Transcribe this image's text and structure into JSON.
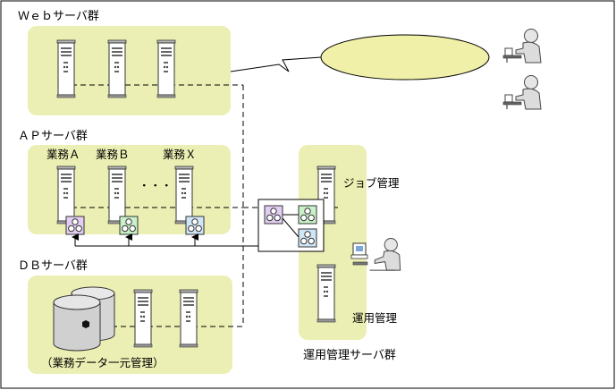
{
  "groups": {
    "web": "Ｗｅｂサーバ群",
    "ap": "ＡＰサーバ群",
    "db": "ＤＢサーバ群",
    "ops": "運用管理サーバ群"
  },
  "ap_jobs": [
    "業務Ａ",
    "業務Ｂ",
    "・・・",
    "業務Ｘ"
  ],
  "ops_labels": {
    "job_management": "ジョブ管理",
    "operations_management": "運用管理"
  },
  "db_caption": "（業務データ一元管理）",
  "colors": {
    "zone_fill": "#ecefb3",
    "cloud_fill": "#f0f0a8",
    "job_purple": "#e2cdf3",
    "job_green": "#c9f2c8",
    "job_blue": "#cfe6f7"
  }
}
